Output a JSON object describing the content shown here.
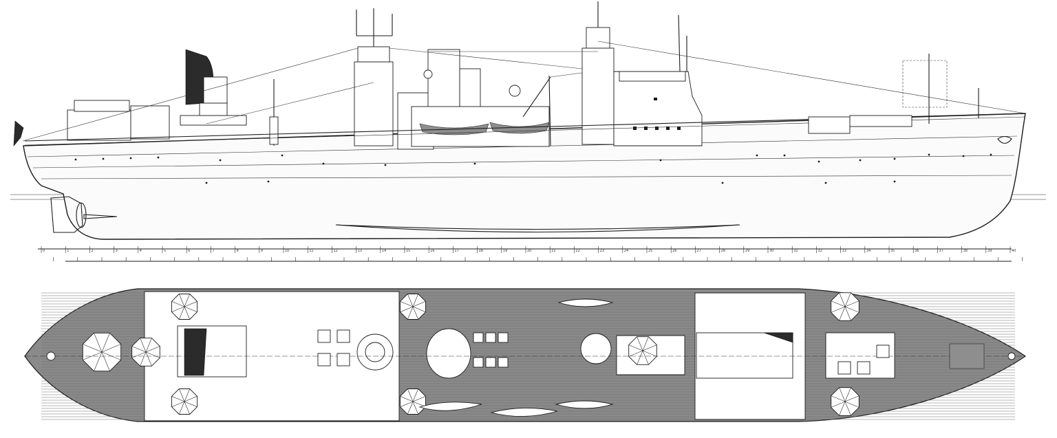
{
  "figure": {
    "views": [
      "side-elevation",
      "deck-plan"
    ]
  },
  "scale_ruler": {
    "labels": [
      "0",
      "1",
      "2",
      "3",
      "4",
      "5",
      "6",
      "7",
      "8",
      "9",
      "10",
      "11",
      "12",
      "13",
      "14",
      "15",
      "16",
      "17",
      "18",
      "19",
      "20",
      "21",
      "22",
      "23",
      "24",
      "25",
      "26",
      "27",
      "28",
      "29",
      "30",
      "31",
      "32",
      "33",
      "34",
      "35",
      "36",
      "37",
      "38",
      "39",
      "40"
    ]
  },
  "colors": {
    "ink": "#1a1a1a",
    "deck_wood": "#7a7a7a",
    "hatch_dark": "#2b2b2b",
    "paper": "#ffffff"
  }
}
